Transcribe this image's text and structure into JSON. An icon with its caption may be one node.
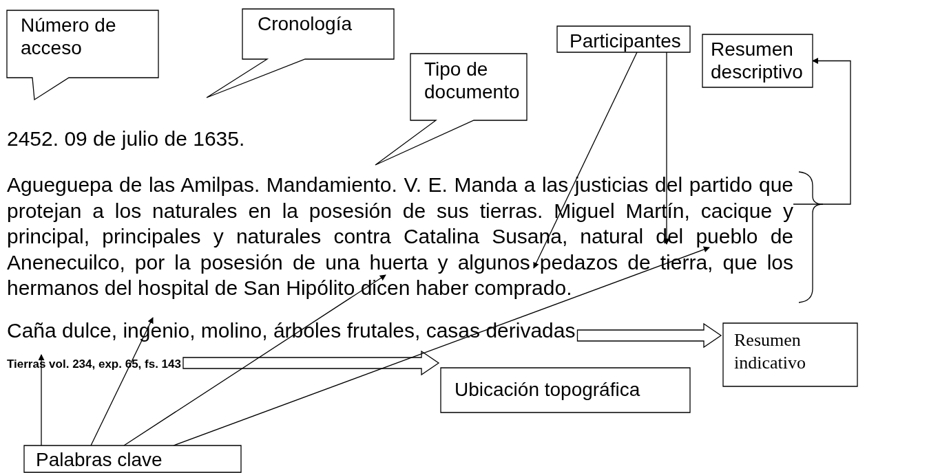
{
  "diagram": {
    "nodes": [
      {
        "text": [
          "Número de acceso"
        ]
      },
      {
        "text": [
          "Cronología"
        ]
      },
      {
        "text": [
          "Tipo de documento"
        ]
      },
      {
        "text": [
          "Participantes"
        ]
      },
      {
        "text": [
          "Resumen descriptivo"
        ]
      },
      {
        "text": [
          "2452. 09 de julio de 1635."
        ]
      },
      {
        "text": [
          "Agueguepa de las Amilpas. Mandamiento. V. E. Manda a las justicias del partido que protejan a los naturales en la posesión de sus tierras. Miguel Martín, cacique y principal, principales y naturales contra Catalina Susana, natural del pueblo de Anenecuilco, por la posesión de una huerta y algunos pedazos de tierra, que los hermanos del hospital de San Hipólito dicen haber comprado."
        ]
      },
      {
        "text": [
          "Caña dulce, ingenio, molino, árboles frutales, casas derivadas"
        ]
      },
      {
        "text": [
          "Resumen indicativo"
        ]
      },
      {
        "text": [
          "Tierras vol. 234, exp. 65, fs. 143"
        ]
      },
      {
        "text": [
          "Ubicación topográfica"
        ]
      },
      {
        "text": [
          "Palabras clave"
        ]
      }
    ],
    "edges": [
      {
        "from": 3,
        "to": 6,
        "arrow": "to"
      },
      {
        "from": 3,
        "to": 6,
        "arrow": "to"
      },
      {
        "from": 6,
        "to": 4,
        "arrow": "to"
      },
      {
        "from": 7,
        "to": 8,
        "arrow": "to"
      },
      {
        "from": 9,
        "to": 10,
        "arrow": "to"
      },
      {
        "from": 11,
        "to": 9,
        "arrow": "to"
      },
      {
        "from": 11,
        "to": 7,
        "arrow": "to"
      },
      {
        "from": 11,
        "to": 6,
        "arrow": "to"
      },
      {
        "from": 11,
        "to": 6,
        "arrow": "to"
      }
    ]
  }
}
